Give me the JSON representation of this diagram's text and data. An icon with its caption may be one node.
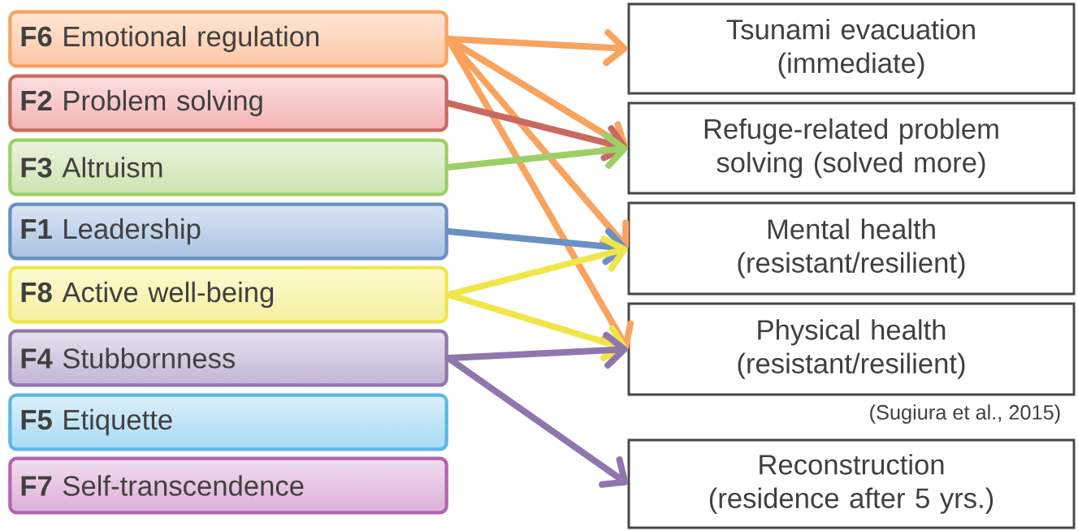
{
  "diagram": {
    "nodes": [
      {
        "text": [
          "**F6** Emotional regulation"
        ]
      },
      {
        "text": [
          "**F2** Problem solving"
        ]
      },
      {
        "text": [
          "**F3** Altruism"
        ]
      },
      {
        "text": [
          "**F1** Leadership"
        ]
      },
      {
        "text": [
          "**F8** Active well-being"
        ]
      },
      {
        "text": [
          "**F4** Stubbornness"
        ]
      },
      {
        "text": [
          "**F5** Etiquette"
        ]
      },
      {
        "text": [
          "**F7** Self-transcendence"
        ]
      },
      {
        "text": [
          "Tsunami evacuation (immediate)"
        ]
      },
      {
        "text": [
          "Refuge-related problem solving (solved more)"
        ]
      },
      {
        "text": [
          "Mental health (resistant/resilient)"
        ]
      },
      {
        "text": [
          "Physical health (resistant/resilient)"
        ]
      },
      {
        "text": [
          "Reconstruction (residence after 5 yrs.)"
        ]
      }
    ],
    "edges": [
      {
        "from": 0,
        "to": 8,
        "arrow": "to",
        "color": "#f9a35f"
      },
      {
        "from": 0,
        "to": 9,
        "arrow": "to",
        "color": "#f9a35f"
      },
      {
        "from": 0,
        "to": 10,
        "arrow": "to",
        "color": "#f9a35f"
      },
      {
        "from": 0,
        "to": 11,
        "arrow": "to",
        "color": "#f9a35f"
      },
      {
        "from": 1,
        "to": 9,
        "arrow": "to",
        "color": "#c96a60"
      },
      {
        "from": 2,
        "to": 9,
        "arrow": "to",
        "color": "#9ccf66"
      },
      {
        "from": 3,
        "to": 10,
        "arrow": "to",
        "color": "#6a90c4"
      },
      {
        "from": 4,
        "to": 10,
        "arrow": "to",
        "color": "#f0e64a"
      },
      {
        "from": 4,
        "to": 11,
        "arrow": "to",
        "color": "#f0e64a"
      },
      {
        "from": 5,
        "to": 11,
        "arrow": "to",
        "color": "#8f77ad"
      },
      {
        "from": 5,
        "to": 12,
        "arrow": "to",
        "color": "#8f77ad"
      }
    ],
    "labels": [
      "(Sugiura et al., 2015)"
    ]
  }
}
